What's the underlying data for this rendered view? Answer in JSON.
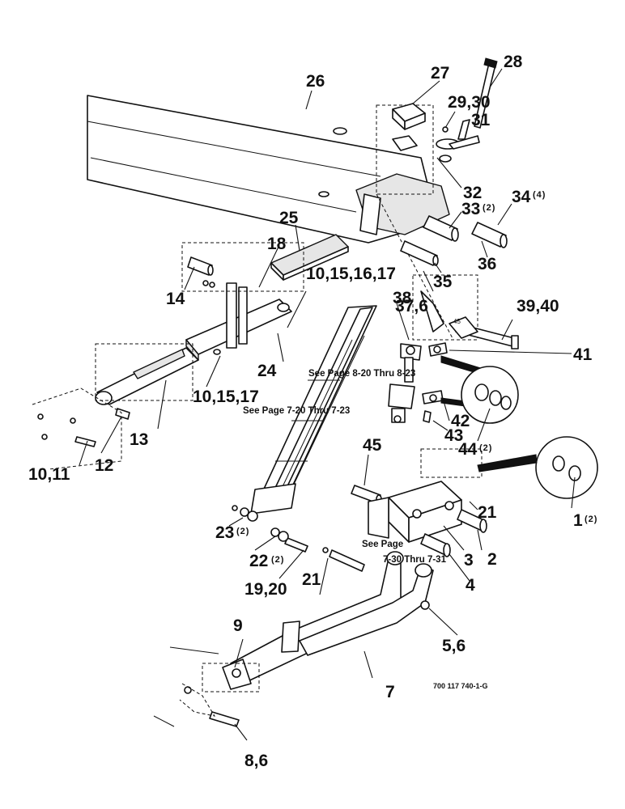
{
  "figure": {
    "part_number": "700 117 740-1-G"
  },
  "references": {
    "see_page_8": "See Page 8-20 Thru 8-23",
    "see_page_7a": "See Page 7-20 Thru 7-23",
    "see_page_7b_line1": "See Page",
    "see_page_7b_line2": "7-30 Thru 7-31"
  },
  "callouts": {
    "c1": "1",
    "c1q": "(2)",
    "c2": "2",
    "c3": "3",
    "c4": "4",
    "c56": "5,6",
    "c7": "7",
    "c86": "8,6",
    "c9": "9",
    "c1011": "10,11",
    "c12": "12",
    "c13": "13",
    "c14": "14",
    "c101517": "10,15,17",
    "c10151617": "10,15,16,17",
    "c18": "18",
    "c1920": "19,20",
    "c21a": "21",
    "c21b": "21",
    "c22": "22",
    "c22q": "(2)",
    "c23": "23",
    "c23q": "(2)",
    "c24": "24",
    "c25": "25",
    "c26": "26",
    "c27": "27",
    "c28": "28",
    "c2930": "29,30",
    "c31": "31",
    "c32": "32",
    "c33": "33",
    "c33q": "(2)",
    "c34": "34",
    "c34q": "(4)",
    "c35": "35",
    "c36": "36",
    "c376": "37,6",
    "c38": "38",
    "c3940": "39,40",
    "c41": "41",
    "c42": "42",
    "c43": "43",
    "c44": "44",
    "c44q": "(2)",
    "c45": "45",
    "angle45": "45"
  }
}
